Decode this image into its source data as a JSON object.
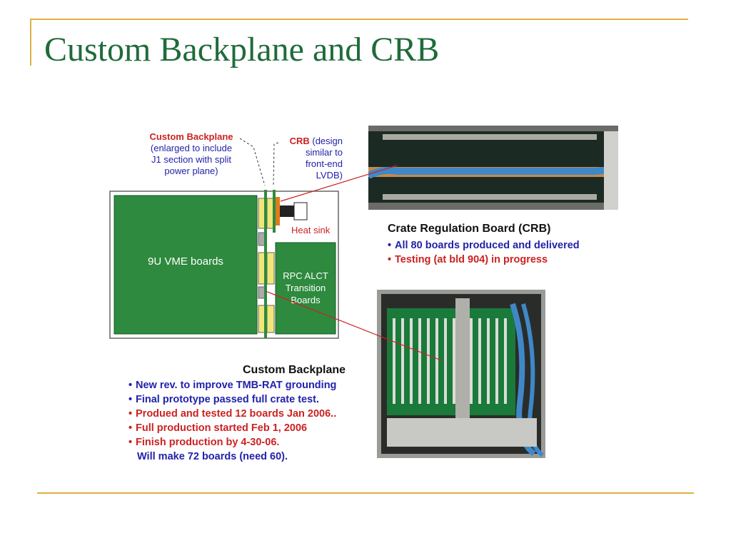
{
  "slide": {
    "title": "Custom Backplane and CRB"
  },
  "diagram": {
    "backplane_label_title": "Custom Backplane",
    "backplane_label_lines": [
      "(enlarged to include",
      "J1 section with split",
      "power plane)"
    ],
    "crb_label_title": "CRB",
    "crb_label_lines": [
      "(design",
      "similar to",
      "front-end",
      "LVDB)"
    ],
    "vme_boards": "9U VME boards",
    "heat_sink": "Heat sink",
    "rpc_lines": [
      "RPC ALCT",
      "Transition",
      "Boards"
    ]
  },
  "crb_section": {
    "heading": "Crate Regulation Board (CRB)",
    "bullets": [
      {
        "text": "All 80 boards produced and delivered",
        "color": "#2222aa"
      },
      {
        "text": "Testing (at bld 904) in progress",
        "color": "#cc2222"
      }
    ]
  },
  "backplane_section": {
    "heading": "Custom Backplane",
    "bullets": [
      {
        "text": "New rev. to improve TMB-RAT grounding",
        "color": "#2222aa"
      },
      {
        "text": "Final prototype passed full crate test.",
        "color": "#2222aa"
      },
      {
        "text": "Produed and tested 12 boards Jan 2006..",
        "color": "#cc2222"
      },
      {
        "text": "Full production started Feb 1, 2006",
        "color": "#cc2222"
      },
      {
        "text": "Finish production by 4-30-06.",
        "color": "#cc2222"
      }
    ],
    "continuation": "Will make 72 boards (need 60)."
  },
  "colors": {
    "title_green": "#1f6b3a",
    "accent_gold": "#e0b040",
    "board_green": "#2e8a3e",
    "blue_text": "#2222aa",
    "red_text": "#cc2222"
  }
}
